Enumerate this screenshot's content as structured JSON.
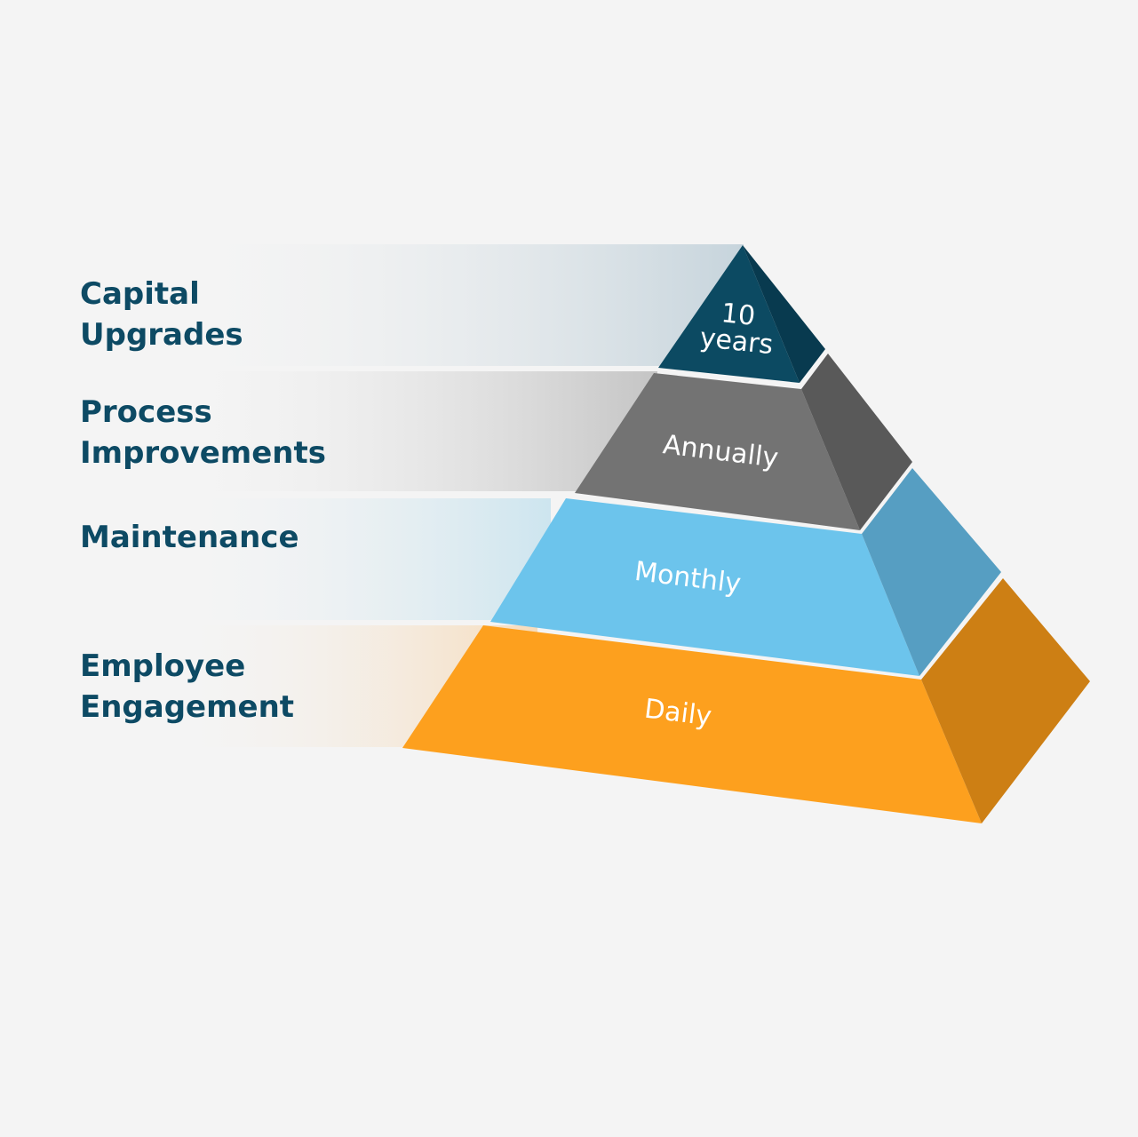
{
  "tiers": [
    {
      "label_lines": [
        "Capital",
        "Upgrades"
      ],
      "frequency_lines": [
        "10",
        "years"
      ],
      "front_color": "#0c4a62",
      "side_color": "#083a4f",
      "band_color": "#c6d4dc"
    },
    {
      "label_lines": [
        "Process",
        "Improvements"
      ],
      "frequency_lines": [
        "Annually"
      ],
      "front_color": "#737373",
      "side_color": "#595959",
      "band_color": "#c4c4c4"
    },
    {
      "label_lines": [
        "Maintenance"
      ],
      "frequency_lines": [
        "Monthly"
      ],
      "front_color": "#6cc4ec",
      "side_color": "#569ec2",
      "band_color": "#cde5ef"
    },
    {
      "label_lines": [
        "Employee",
        "Engagement"
      ],
      "frequency_lines": [
        "Daily"
      ],
      "front_color": "#fda01e",
      "side_color": "#cd7f14",
      "band_color": "#f6dcbc"
    }
  ]
}
